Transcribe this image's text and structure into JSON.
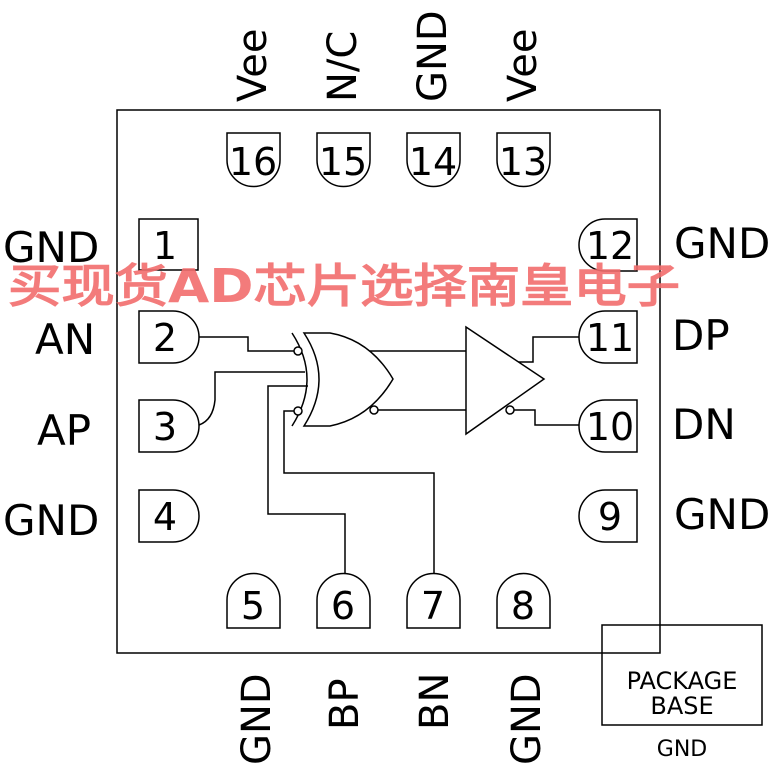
{
  "pins": {
    "p1": {
      "num": "1",
      "label": "GND"
    },
    "p2": {
      "num": "2",
      "label": "AN"
    },
    "p3": {
      "num": "3",
      "label": "AP"
    },
    "p4": {
      "num": "4",
      "label": "GND"
    },
    "p5": {
      "num": "5",
      "label": "GND"
    },
    "p6": {
      "num": "6",
      "label": "BP"
    },
    "p7": {
      "num": "7",
      "label": "BN"
    },
    "p8": {
      "num": "8",
      "label": "GND"
    },
    "p9": {
      "num": "9",
      "label": "GND"
    },
    "p10": {
      "num": "10",
      "label": "DN"
    },
    "p11": {
      "num": "11",
      "label": "DP"
    },
    "p12": {
      "num": "12",
      "label": "GND"
    },
    "p13": {
      "num": "13",
      "label": "Vee"
    },
    "p14": {
      "num": "14",
      "label": "GND"
    },
    "p15": {
      "num": "15",
      "label": "N/C"
    },
    "p16": {
      "num": "16",
      "label": "Vee"
    }
  },
  "package": {
    "line1": "PACKAGE",
    "line2": "BASE",
    "gnd": "GND"
  },
  "watermark": "买现货AD芯片选择南皇电子"
}
